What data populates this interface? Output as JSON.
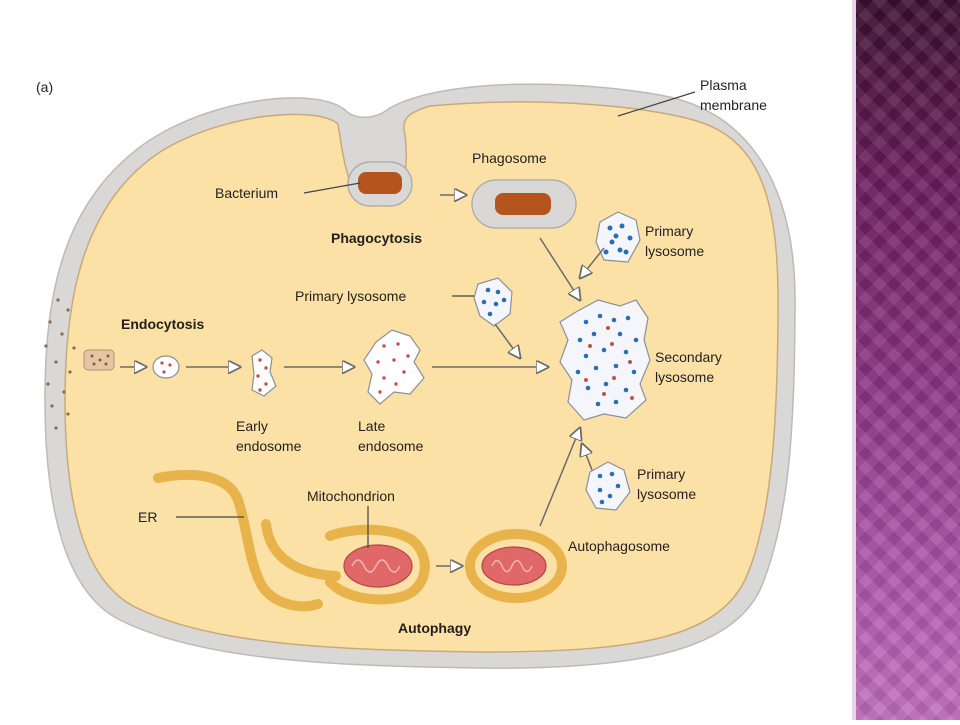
{
  "diagram": {
    "panel_label": "(a)",
    "labels": {
      "plasma_membrane_1": "Plasma",
      "plasma_membrane_2": "membrane",
      "phagosome": "Phagosome",
      "bacterium": "Bacterium",
      "phagocytosis": "Phagocytosis",
      "primary_lysosome_top_1": "Primary",
      "primary_lysosome_top_2": "lysosome",
      "primary_lysosome_mid": "Primary lysosome",
      "endocytosis": "Endocytosis",
      "secondary_lysosome_1": "Secondary",
      "secondary_lysosome_2": "lysosome",
      "early_endosome_1": "Early",
      "early_endosome_2": "endosome",
      "late_endosome_1": "Late",
      "late_endosome_2": "endosome",
      "primary_lysosome_bottom_1": "Primary",
      "primary_lysosome_bottom_2": "lysosome",
      "er": "ER",
      "mitochondrion": "Mitochondrion",
      "autophagosome": "Autophagosome",
      "autophagy": "Autophagy"
    }
  },
  "colors": {
    "cytoplasm": "#fbe1a6",
    "membrane": "#d9d8d6",
    "cell_outline": "#c9a97a",
    "bacterium": "#b5551d",
    "mitochondrion": "#e06868",
    "vesicle_fill": "#ffffff",
    "lysosome_dots": "#2a6fb0",
    "endosome_dots": "#c2524a",
    "er": "#e8b34b",
    "slide_accent": "#8e3586"
  }
}
